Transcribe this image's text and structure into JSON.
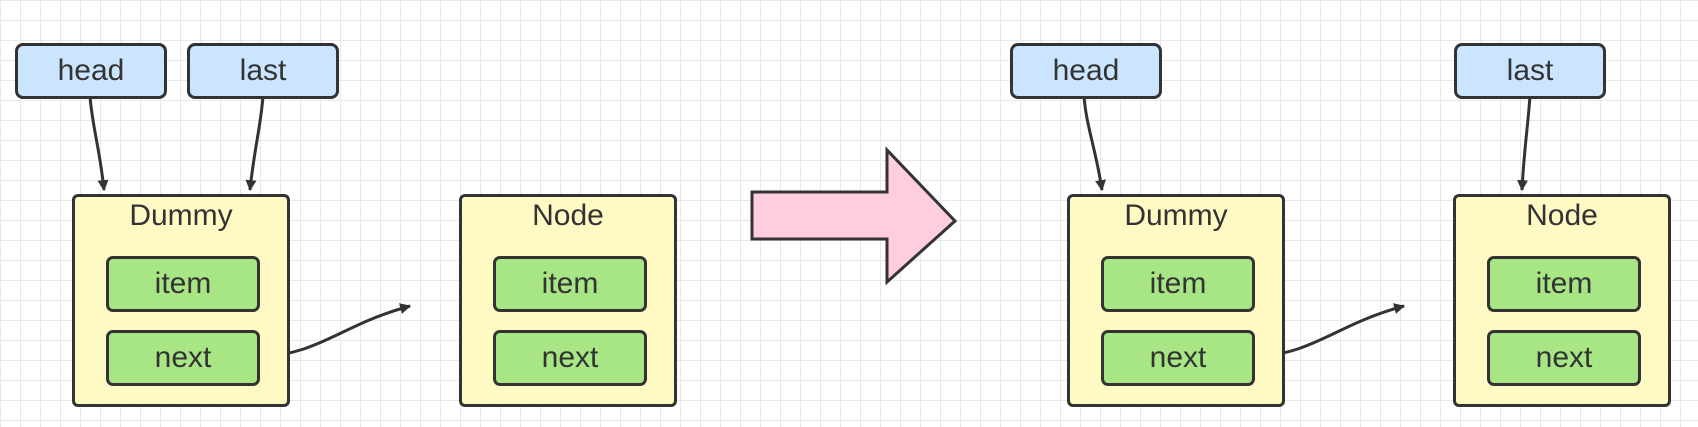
{
  "before": {
    "head_label": "head",
    "last_label": "last",
    "dummy": {
      "title": "Dummy",
      "item": "item",
      "next": "next"
    },
    "node": {
      "title": "Node",
      "item": "item",
      "next": "next"
    }
  },
  "after": {
    "head_label": "head",
    "last_label": "last",
    "dummy": {
      "title": "Dummy",
      "item": "item",
      "next": "next"
    },
    "node": {
      "title": "Node",
      "item": "item",
      "next": "next"
    }
  },
  "colors": {
    "pointer_fill": "#cce5ff",
    "node_fill": "#fff9c4",
    "field_fill": "#a8e585",
    "transition_arrow_fill": "#ffcde0",
    "stroke": "#333333"
  }
}
